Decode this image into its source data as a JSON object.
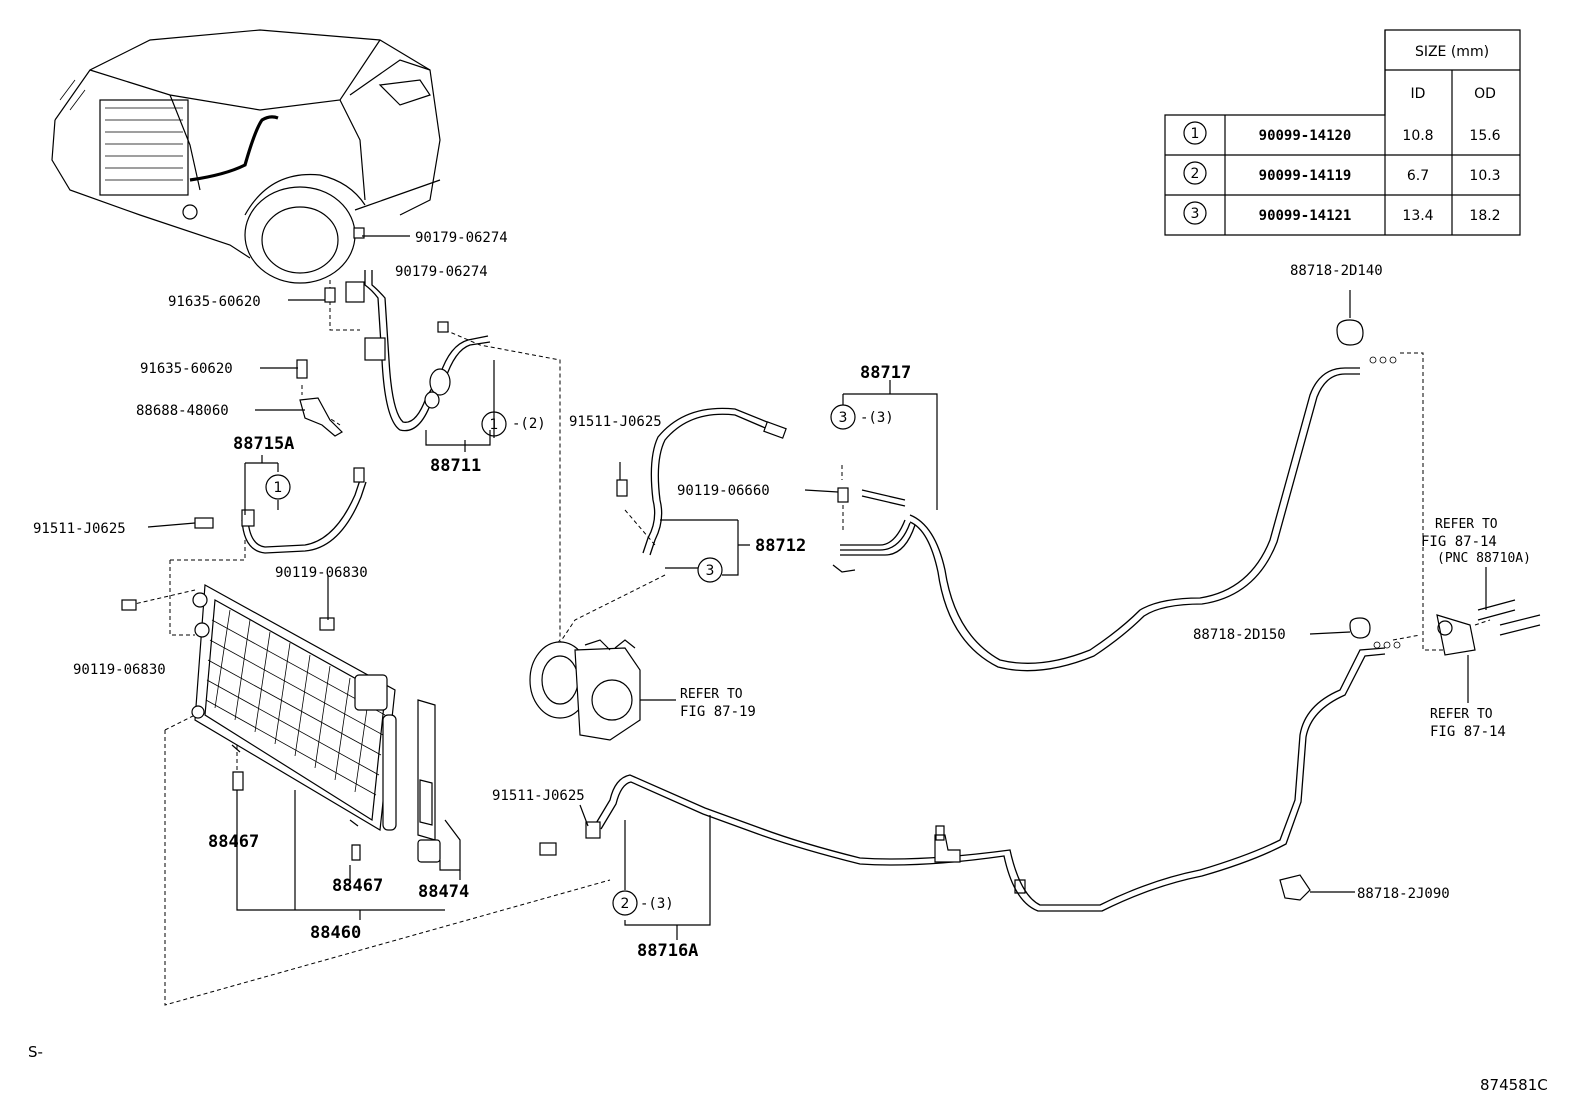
{
  "table": {
    "size_header": "SIZE (mm)",
    "col_id": "ID",
    "col_od": "OD",
    "rows": [
      {
        "mark": "1",
        "part": "90099-14120",
        "id": "10.8",
        "od": "15.6"
      },
      {
        "mark": "2",
        "part": "90099-14119",
        "id": "6.7",
        "od": "10.3"
      },
      {
        "mark": "3",
        "part": "90099-14121",
        "id": "13.4",
        "od": "18.2"
      }
    ]
  },
  "labels": {
    "p90179_a": "90179-06274",
    "p90179_b": "90179-06274",
    "p91635_a": "91635-60620",
    "p91635_b": "91635-60620",
    "p88688": "88688-48060",
    "p88715a": "88715A",
    "p91511_a": "91511-J0625",
    "p88711": "88711",
    "p90119_a": "90119-06830",
    "p90119_b": "90119-06830",
    "p88467_a": "88467",
    "p88467_b": "88467",
    "p88474": "88474",
    "p88460": "88460",
    "p91511_b": "91511-J0625",
    "p88712": "88712",
    "p88717": "88717",
    "p90119_c": "90119-06660",
    "p91511_c": "91511-J0625",
    "p88716a": "88716A",
    "p88718_2d140": "88718-2D140",
    "p88718_2d150": "88718-2D150",
    "p88718_2j090": "88718-2J090",
    "refer_1914_l1": "REFER TO",
    "refer_1914_l2": "FIG 87-19",
    "refer_a_l1": "REFER TO",
    "refer_a_l2": "FIG 87-14",
    "refer_a_l3": "(PNC 88710A)",
    "refer_b_l1": "REFER TO",
    "refer_b_l2": "FIG 87-14",
    "qty_2": "-(2)",
    "qty_3a": "-(3)",
    "qty_3b": "-(3)",
    "c1a": "1",
    "c1b": "1",
    "c2": "2",
    "c3a": "3",
    "c3b": "3",
    "footer_left": "S-",
    "footer_right": "874581C"
  }
}
